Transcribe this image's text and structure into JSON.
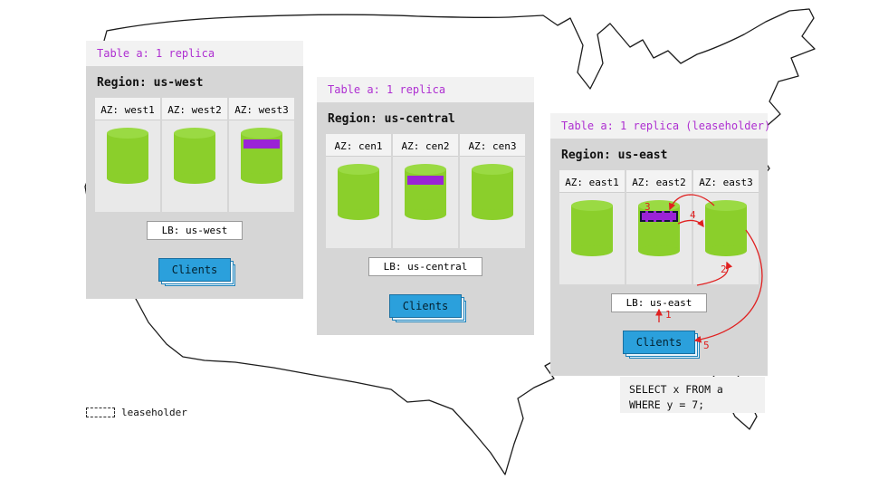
{
  "colors": {
    "panel_bg": "#d6d6d6",
    "header_bg": "#f2f2f2",
    "table_label_purple": "#ae2fd1",
    "cylinder_green": "#8bcf2b",
    "replica_purple": "#9a23d6",
    "clients_blue": "#2ba0dc",
    "arrow_red": "#e02020"
  },
  "regions": [
    {
      "table_label": "Table a: 1 replica",
      "region_label": "Region: us-west",
      "azs": [
        {
          "label": "AZ: west1",
          "replica": false,
          "leaseholder": false
        },
        {
          "label": "AZ: west2",
          "replica": false,
          "leaseholder": false
        },
        {
          "label": "AZ: west3",
          "replica": true,
          "leaseholder": false
        }
      ],
      "lb_label": "LB: us-west",
      "clients_label": "Clients"
    },
    {
      "table_label": "Table a: 1 replica",
      "region_label": "Region: us-central",
      "azs": [
        {
          "label": "AZ: cen1",
          "replica": false,
          "leaseholder": false
        },
        {
          "label": "AZ: cen2",
          "replica": true,
          "leaseholder": false
        },
        {
          "label": "AZ: cen3",
          "replica": false,
          "leaseholder": false
        }
      ],
      "lb_label": "LB: us-central",
      "clients_label": "Clients"
    },
    {
      "table_label": "Table a: 1 replica (leaseholder)",
      "region_label": "Region: us-east",
      "azs": [
        {
          "label": "AZ: east1",
          "replica": false,
          "leaseholder": false
        },
        {
          "label": "AZ: east2",
          "replica": true,
          "leaseholder": true
        },
        {
          "label": "AZ: east3",
          "replica": false,
          "leaseholder": false
        }
      ],
      "lb_label": "LB: us-east",
      "clients_label": "Clients"
    }
  ],
  "flow": {
    "steps": [
      "1",
      "2",
      "3",
      "4",
      "5"
    ]
  },
  "sql": {
    "line1": "SELECT x FROM a",
    "line2": "WHERE y = 7;"
  },
  "legend": {
    "label": "leaseholder"
  }
}
